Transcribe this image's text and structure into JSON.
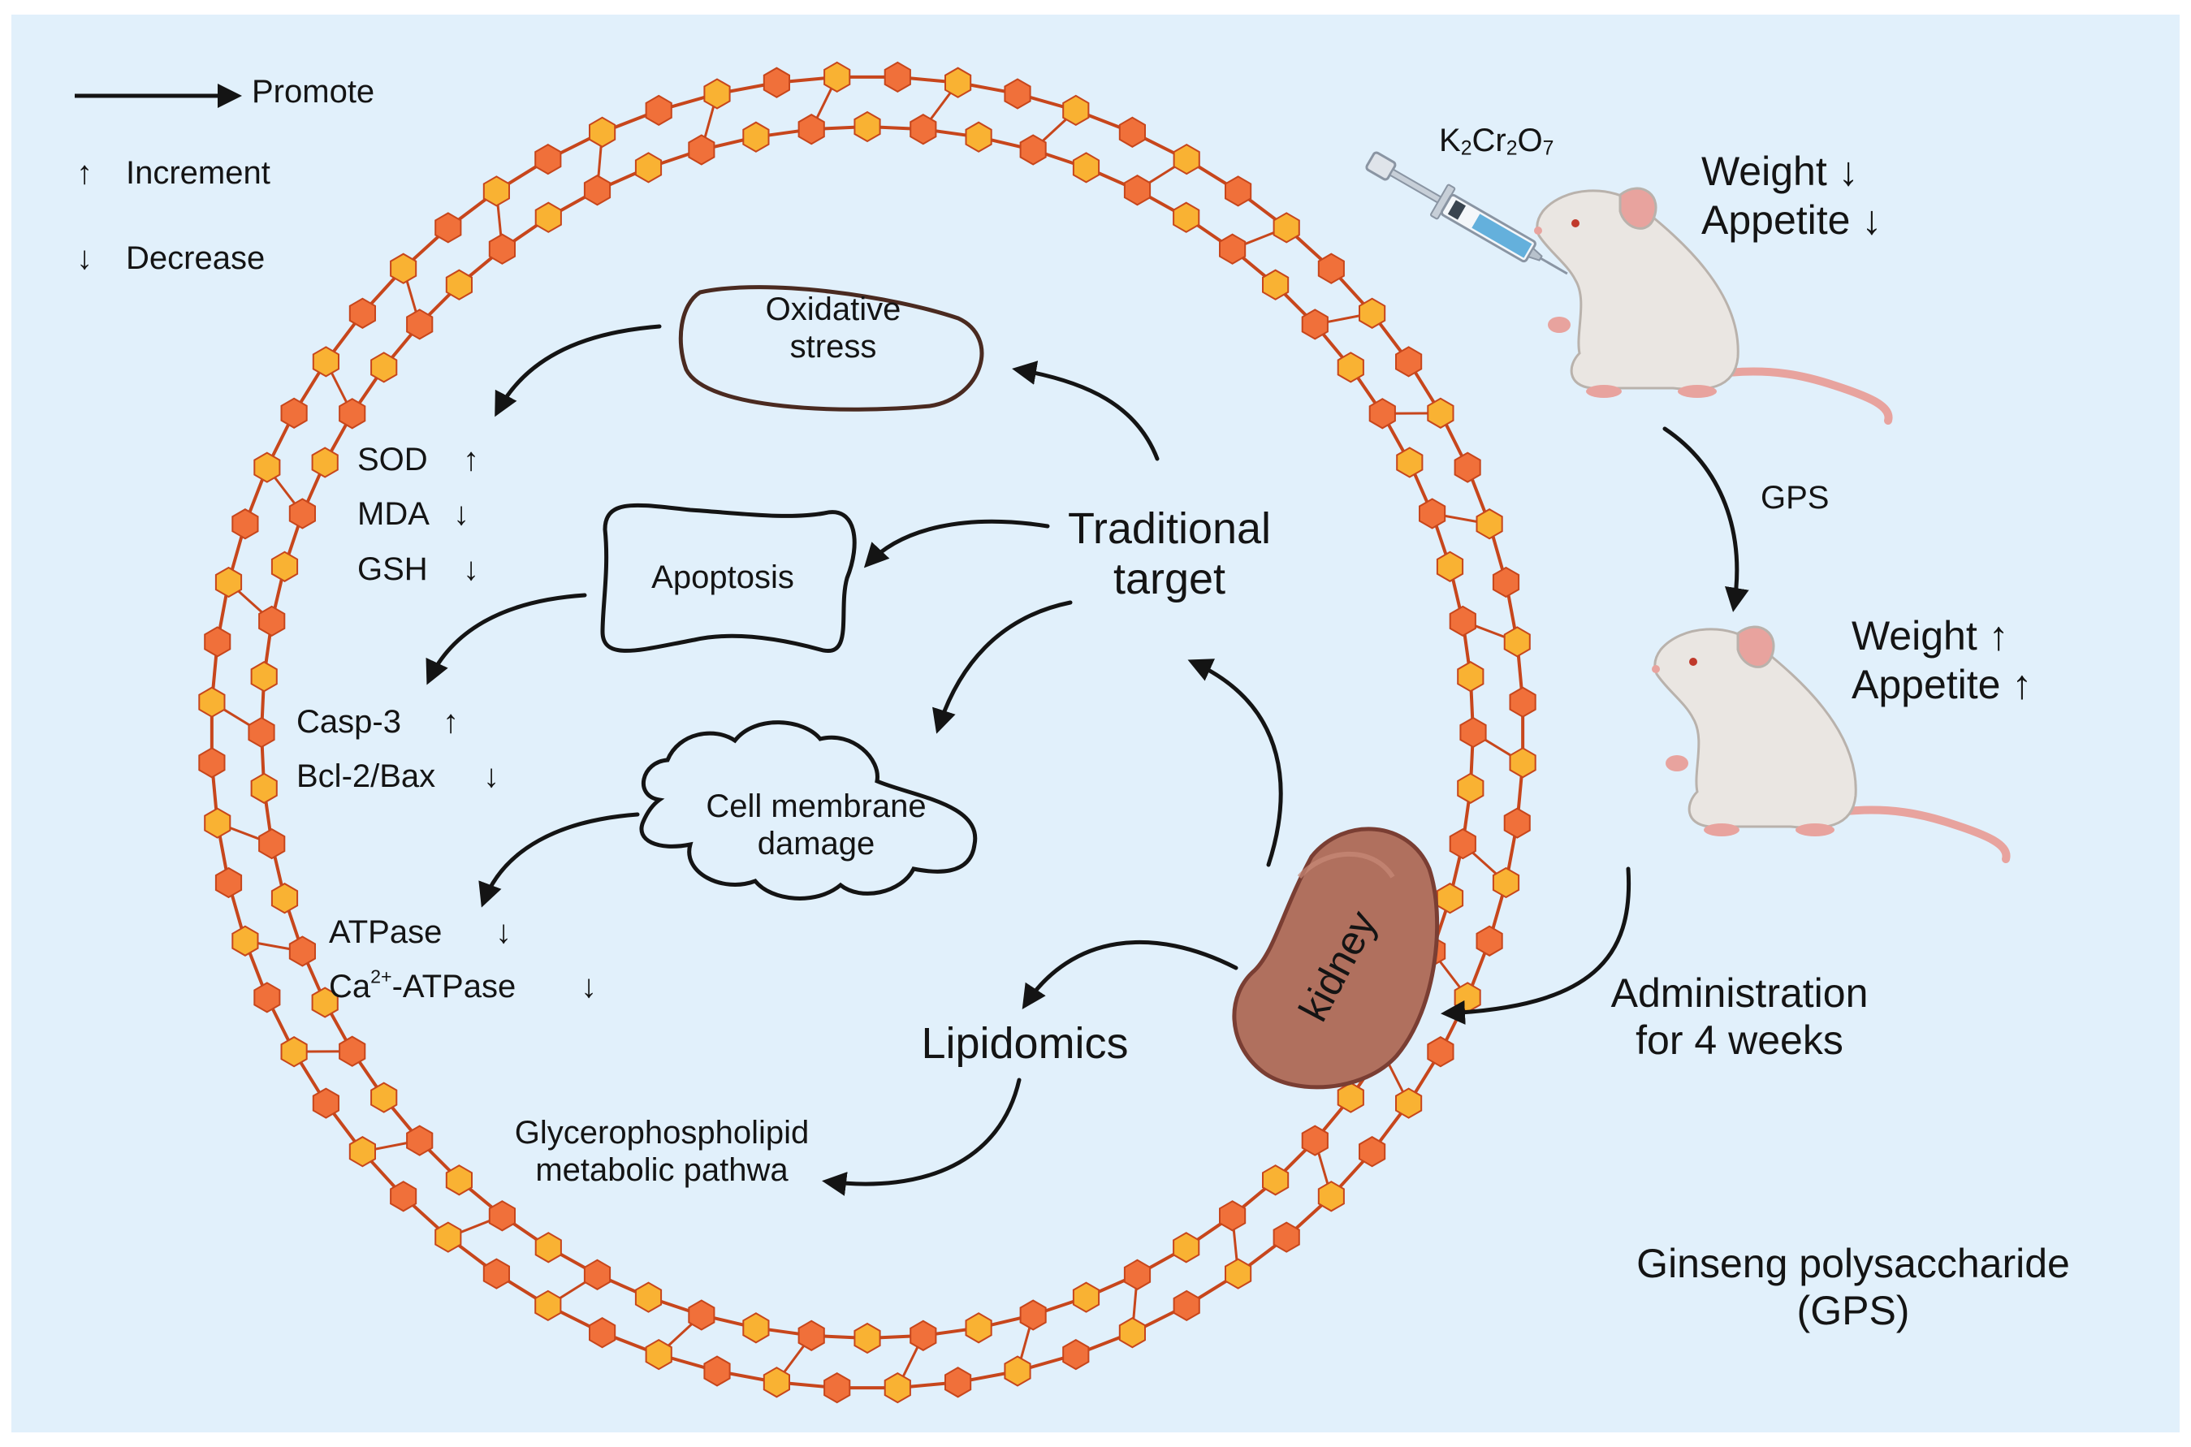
{
  "legend": {
    "promote": "Promote",
    "increment_symbol": "↑",
    "increment": "Increment",
    "decrease_symbol": "↓",
    "decrease": "Decrease"
  },
  "targets": {
    "traditional": [
      "Traditional",
      "target"
    ],
    "oxidative_stress": [
      "Oxidative",
      "stress"
    ],
    "apoptosis": "Apoptosis",
    "cell_membrane_damage": [
      "Cell membrane",
      "damage"
    ],
    "lipidomics": "Lipidomics",
    "kidney": "kidney"
  },
  "markers": {
    "sod": {
      "name": "SOD",
      "arrow": "↑"
    },
    "mda": {
      "name": "MDA",
      "arrow": "↓"
    },
    "gsh": {
      "name": "GSH",
      "arrow": "↓"
    },
    "casp3": {
      "name": "Casp-3",
      "arrow": "↑"
    },
    "bcl2bax": {
      "name": "Bcl-2/Bax",
      "arrow": "↓"
    },
    "atpase": {
      "name": "ATPase",
      "arrow": "↓"
    },
    "ca_atpase": {
      "name_pre": "Ca",
      "name_sup": "2+",
      "name_post": "-ATPase",
      "arrow": "↓"
    }
  },
  "pathway": [
    "Glycerophospholipid",
    "metabolic pathwa"
  ],
  "model": {
    "drug": {
      "k": "K",
      "k_sub": "2",
      "cr": "Cr",
      "cr_sub": "2",
      "o": "O",
      "o_sub": "7"
    },
    "before": {
      "weight": "Weight ↓",
      "appetite": "Appetite ↓"
    },
    "treatment": "GPS",
    "after": {
      "weight": "Weight ↑",
      "appetite": "Appetite ↑"
    },
    "administration": [
      "Administration",
      "for 4 weeks"
    ],
    "compound": [
      "Ginseng polysaccharide",
      "(GPS)"
    ]
  },
  "colors": {
    "background": "#e1f0fb",
    "hex_dark": "#f0703a",
    "hex_light": "#f9b233",
    "chain": "#c7461c",
    "kidney": "#b0705e",
    "kidney_edge": "#7a3e33",
    "oxidative_outline": "#4a2a20",
    "mouse_body": "#eae6e2",
    "mouse_pink": "#e8a39e"
  }
}
